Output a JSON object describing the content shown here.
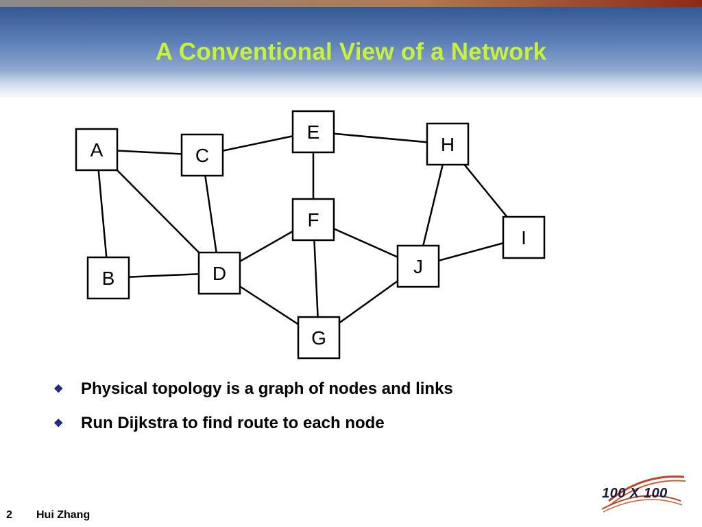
{
  "slide": {
    "title": "A Conventional View of a Network",
    "bullets": [
      "Physical topology is a graph of nodes and links",
      "Run Dijkstra to find route to each node"
    ],
    "footer": {
      "page_number": "2",
      "author": "Hui Zhang"
    },
    "logo_text": "100 X 100"
  },
  "diagram": {
    "nodes": [
      "A",
      "B",
      "C",
      "D",
      "E",
      "F",
      "G",
      "H",
      "I",
      "J"
    ],
    "edges": [
      [
        "A",
        "C"
      ],
      [
        "A",
        "B"
      ],
      [
        "A",
        "D"
      ],
      [
        "C",
        "E"
      ],
      [
        "C",
        "D"
      ],
      [
        "E",
        "H"
      ],
      [
        "E",
        "F"
      ],
      [
        "H",
        "J"
      ],
      [
        "H",
        "I"
      ],
      [
        "F",
        "D"
      ],
      [
        "F",
        "J"
      ],
      [
        "F",
        "G"
      ],
      [
        "B",
        "D"
      ],
      [
        "D",
        "G"
      ],
      [
        "J",
        "G"
      ],
      [
        "J",
        "I"
      ]
    ]
  },
  "colors": {
    "title": "#c8f23a",
    "bullet_icon": "#1a237e"
  }
}
